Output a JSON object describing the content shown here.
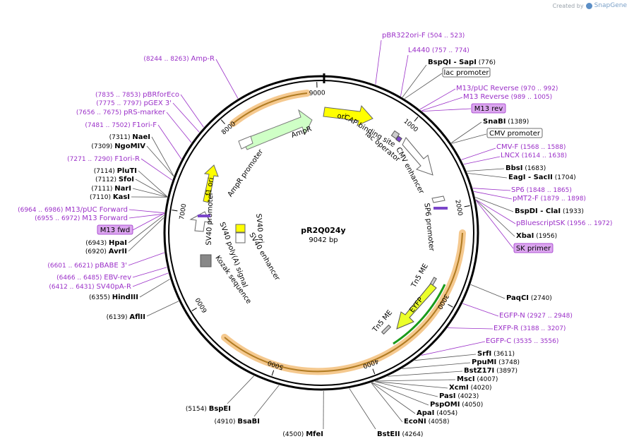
{
  "credit": {
    "prefix": "Created by",
    "brand": "SnapGene"
  },
  "plasmid": {
    "name": "pR2Q024y",
    "size_label": "9042 bp",
    "length": 9042
  },
  "colors": {
    "backbone": "#000000",
    "primer": "#9b30c8",
    "primer_box_fill": "#dca6f0",
    "ampr": "#cfffc6",
    "ori": "#ffff00",
    "f1ori": "#ffff00",
    "eyfp": "#ebff2a",
    "highlight_arc": "#f5c98f",
    "arc_core": "#b07b22"
  },
  "ticks": [
    {
      "pos": 1000,
      "label": "1000"
    },
    {
      "pos": 2000,
      "label": "2000"
    },
    {
      "pos": 3000,
      "label": "3000"
    },
    {
      "pos": 4000,
      "label": "4000"
    },
    {
      "pos": 5000,
      "label": "5000"
    },
    {
      "pos": 6000,
      "label": "6000"
    },
    {
      "pos": 7000,
      "label": "7000"
    },
    {
      "pos": 8000,
      "label": "8000"
    },
    {
      "pos": 9000,
      "label": "9000"
    }
  ],
  "sites": [
    {
      "name": "BspQI",
      "extra": "SapI",
      "pos": "(776)",
      "side": "right",
      "bp": 776
    },
    {
      "name": "SnaBI",
      "pos": "(1389)",
      "side": "right",
      "bp": 1389
    },
    {
      "name": "BbsI",
      "pos": "(1683)",
      "side": "right",
      "bp": 1683
    },
    {
      "name": "EagI",
      "extra": "SacII",
      "pos": "(1704)",
      "side": "right",
      "bp": 1704
    },
    {
      "name": "BspDI",
      "extra": "ClaI",
      "pos": "(1933)",
      "side": "right",
      "bp": 1933
    },
    {
      "name": "XbaI",
      "pos": "(1956)",
      "side": "right",
      "bp": 1956
    },
    {
      "name": "PaqCI",
      "pos": "(2740)",
      "side": "right",
      "bp": 2740
    },
    {
      "name": "SrfI",
      "pos": "(3611)",
      "side": "right",
      "bp": 3611
    },
    {
      "name": "PpuMI",
      "pos": "(3748)",
      "side": "right",
      "bp": 3748
    },
    {
      "name": "BstZ17I",
      "pos": "(3897)",
      "side": "right",
      "bp": 3897
    },
    {
      "name": "MscI",
      "pos": "(4007)",
      "side": "right",
      "bp": 4007
    },
    {
      "name": "XcmI",
      "pos": "(4020)",
      "side": "right",
      "bp": 4020
    },
    {
      "name": "PasI",
      "pos": "(4023)",
      "side": "right",
      "bp": 4023
    },
    {
      "name": "PspOMI",
      "pos": "(4050)",
      "side": "right",
      "bp": 4050
    },
    {
      "name": "ApaI",
      "pos": "(4054)",
      "side": "right",
      "bp": 4054
    },
    {
      "name": "EcoNI",
      "pos": "(4058)",
      "side": "right",
      "bp": 4058
    },
    {
      "name": "BstEII",
      "pos": "(4264)",
      "side": "bottom",
      "bp": 4264
    },
    {
      "name": "MfeI",
      "pos": "(4500)",
      "side": "bottom",
      "bp": 4500
    },
    {
      "name": "BsaBI",
      "star": "*",
      "pos": "(4910)",
      "side": "bottom",
      "bp": 4910
    },
    {
      "name": "BspEI",
      "pos": "(5154)",
      "side": "bottom",
      "bp": 5154
    },
    {
      "name": "AflII",
      "pos": "(6139)",
      "side": "left",
      "bp": 6139
    },
    {
      "name": "HindIII",
      "pos": "(6355)",
      "side": "left",
      "bp": 6355
    },
    {
      "name": "AvrII",
      "pos": "(6920)",
      "side": "left",
      "bp": 6920
    },
    {
      "name": "HpaI",
      "pos": "(6943)",
      "side": "left",
      "bp": 6943
    },
    {
      "name": "KasI",
      "pos": "(7110)",
      "side": "left",
      "bp": 7110
    },
    {
      "name": "NarI",
      "pos": "(7111)",
      "side": "left",
      "bp": 7111
    },
    {
      "name": "SfoI",
      "pos": "(7112)",
      "side": "left",
      "bp": 7112
    },
    {
      "name": "PluTI",
      "pos": "(7114)",
      "side": "left",
      "bp": 7114
    },
    {
      "name": "NgoMIV",
      "pos": "(7309)",
      "side": "left",
      "bp": 7309
    },
    {
      "name": "NaeI",
      "pos": "(7311)",
      "side": "left",
      "bp": 7311
    }
  ],
  "primers": [
    {
      "name": "pBR322ori-F",
      "range": "(504 .. 523)",
      "bp": 504
    },
    {
      "name": "L4440",
      "range": "(757 .. 774)",
      "bp": 757
    },
    {
      "name": "M13/pUC Reverse",
      "range": "(970 .. 992)",
      "bp": 970
    },
    {
      "name": "M13 Reverse",
      "range": "(989 .. 1005)",
      "bp": 989
    },
    {
      "name": "CMV-F",
      "range": "(1568 .. 1588)",
      "bp": 1568
    },
    {
      "name": "LNCX",
      "range": "(1614 .. 1638)",
      "bp": 1614
    },
    {
      "name": "SP6",
      "range": "(1848 .. 1865)",
      "bp": 1848
    },
    {
      "name": "pMT2-F",
      "range": "(1879 .. 1898)",
      "bp": 1879
    },
    {
      "name": "pBluescriptSK",
      "range": "(1956 .. 1972)",
      "bp": 1956
    },
    {
      "name": "EGFP-N",
      "range": "(2927 .. 2948)",
      "bp": 2927
    },
    {
      "name": "EXFP-R",
      "range": "(3188 .. 3207)",
      "bp": 3188
    },
    {
      "name": "EGFP-C",
      "range": "(3535 .. 3556)",
      "bp": 3535
    },
    {
      "name": "pBABE 3'",
      "range": "(6601 .. 6621)",
      "bp": 6601
    },
    {
      "name": "EBV-rev",
      "range": "(6466 .. 6485)",
      "bp": 6466
    },
    {
      "name": "SV40pA-R",
      "range": "(6412 .. 6431)",
      "bp": 6412
    },
    {
      "name": "M13/pUC Forward",
      "range": "(6964 .. 6986)",
      "bp": 6964
    },
    {
      "name": "M13 Forward",
      "range": "(6955 .. 6972)",
      "bp": 6955
    },
    {
      "name": "F1ori-R",
      "range": "(7271 .. 7290)",
      "bp": 7271
    },
    {
      "name": "F1ori-F",
      "range": "(7481 .. 7502)",
      "bp": 7481
    },
    {
      "name": "pRS-marker",
      "range": "(7656 .. 7675)",
      "bp": 7656
    },
    {
      "name": "pGEX 3'",
      "range": "(7775 .. 7797)",
      "bp": 7775
    },
    {
      "name": "pBRforEco",
      "range": "(7835 .. 7853)",
      "bp": 7835
    },
    {
      "name": "Amp-R",
      "range": "(8244 .. 8263)",
      "bp": 8244
    }
  ],
  "boxed": [
    {
      "name": "lac promoter",
      "style": "plain"
    },
    {
      "name": "CMV promoter",
      "style": "plain"
    },
    {
      "name": "M13 rev",
      "style": "primer"
    },
    {
      "name": "SK primer",
      "style": "primer"
    },
    {
      "name": "M13 fwd",
      "style": "primer"
    }
  ],
  "features": [
    {
      "name": "ori",
      "type": "ori"
    },
    {
      "name": "AmpR",
      "type": "gene"
    },
    {
      "name": "AmpR promoter",
      "type": "promoter"
    },
    {
      "name": "f1 ori",
      "type": "ori"
    },
    {
      "name": "CAP binding site",
      "type": "site"
    },
    {
      "name": "lac operator",
      "type": "site"
    },
    {
      "name": "CMV enhancer",
      "type": "enhancer"
    },
    {
      "name": "SP6 promoter",
      "type": "promoter"
    },
    {
      "name": "Tn5 ME",
      "type": "site"
    },
    {
      "name": "Tn5 ME",
      "type": "site"
    },
    {
      "name": "EYFP",
      "type": "gene"
    },
    {
      "name": "SV40 promoter",
      "type": "promoter"
    },
    {
      "name": "SV40 ori",
      "type": "ori"
    },
    {
      "name": "SV40 enhancer",
      "type": "enhancer"
    },
    {
      "name": "SV40 poly(A) signal",
      "type": "polyA"
    },
    {
      "name": "Kozak sequence",
      "type": "site"
    }
  ]
}
